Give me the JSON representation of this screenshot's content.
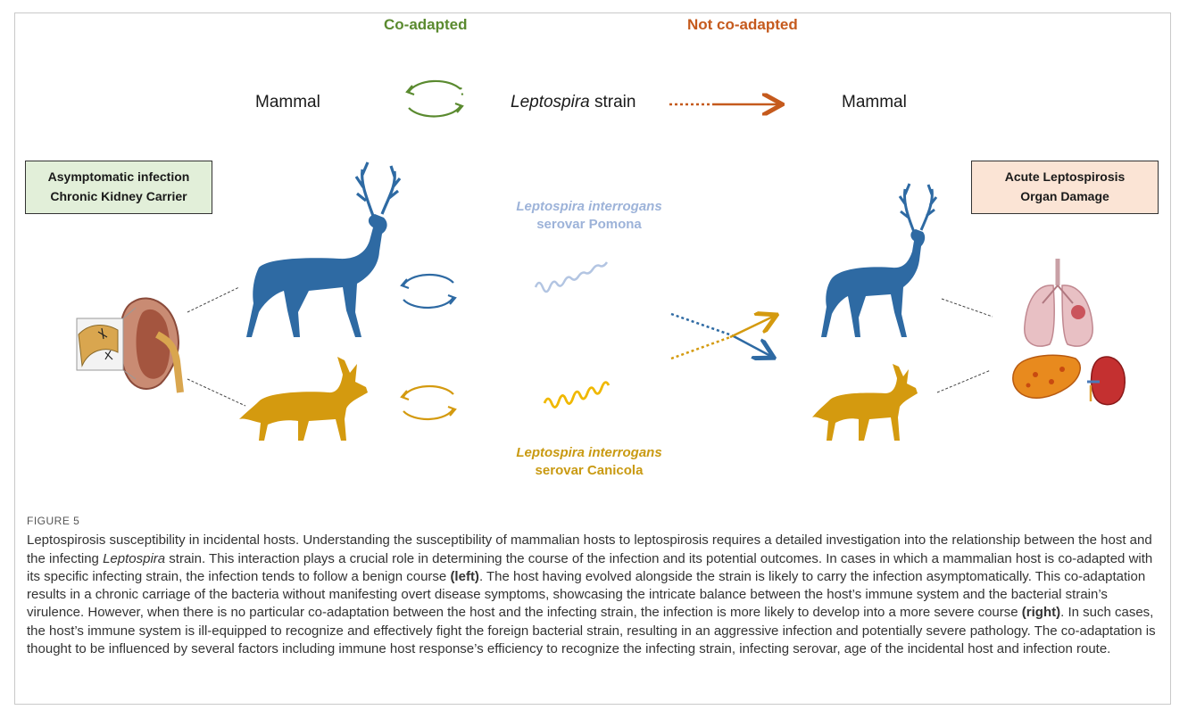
{
  "legend": {
    "co_adapted": "Co-adapted",
    "not_co_adapted": "Not co-adapted"
  },
  "top_row": {
    "mammal_left": "Mammal",
    "strain_italic": "Leptospira",
    "strain_rest": " strain",
    "mammal_right": "Mammal"
  },
  "left_box": {
    "line1": "Asymptomatic infection",
    "line2": "Chronic Kidney Carrier"
  },
  "right_box": {
    "line1": "Acute Leptospirosis",
    "line2": "Organ Damage"
  },
  "serovars": {
    "pomona_line1": "Leptospira interrogans",
    "pomona_line2": "serovar Pomona",
    "canicola_line1": "Leptospira interrogans",
    "canicola_line2": "serovar Canicola"
  },
  "colors": {
    "co_adapted": "#5a8a2f",
    "not_co_adapted": "#c55a1d",
    "deer_blue": "#2e6aa3",
    "dog_gold": "#d49a0f",
    "pomona_text": "#9db3d9",
    "canicola_text": "#c99a12",
    "left_box_bg": "#e2efd9",
    "right_box_bg": "#fbe4d5"
  },
  "caption": {
    "label": "FIGURE 5",
    "p1": "Leptospirosis susceptibility in incidental hosts. Understanding the susceptibility of mammalian hosts to leptospirosis requires a detailed investigation into the relationship between the host and the infecting ",
    "p1_italic": "Leptospira",
    "p2": " strain. This interaction plays a crucial role in determining the course of the infection and its potential outcomes. In cases in which a mammalian host is co-adapted with its specific infecting strain, the infection tends to follow a benign course ",
    "left_bold": "(left)",
    "p3": ". The host having evolved alongside the strain is likely to carry the infection asymptomatically. This co-adaptation results in a chronic carriage of the bacteria without manifesting overt disease symptoms, showcasing the intricate balance between the host’s immune system and the bacterial strain’s virulence. However, when there is no particular co-adaptation between the host and the infecting strain, the infection is more likely to develop into a more severe course ",
    "right_bold": "(right)",
    "p4": ". In such cases, the host’s immune system is ill-equipped to recognize and effectively fight the foreign bacterial strain, resulting in an aggressive infection and potentially severe pathology. The co-adaptation is thought to be influenced by several factors including immune host response’s efficiency to recognize the infecting strain, infecting serovar, age of the incidental host and infection route."
  }
}
